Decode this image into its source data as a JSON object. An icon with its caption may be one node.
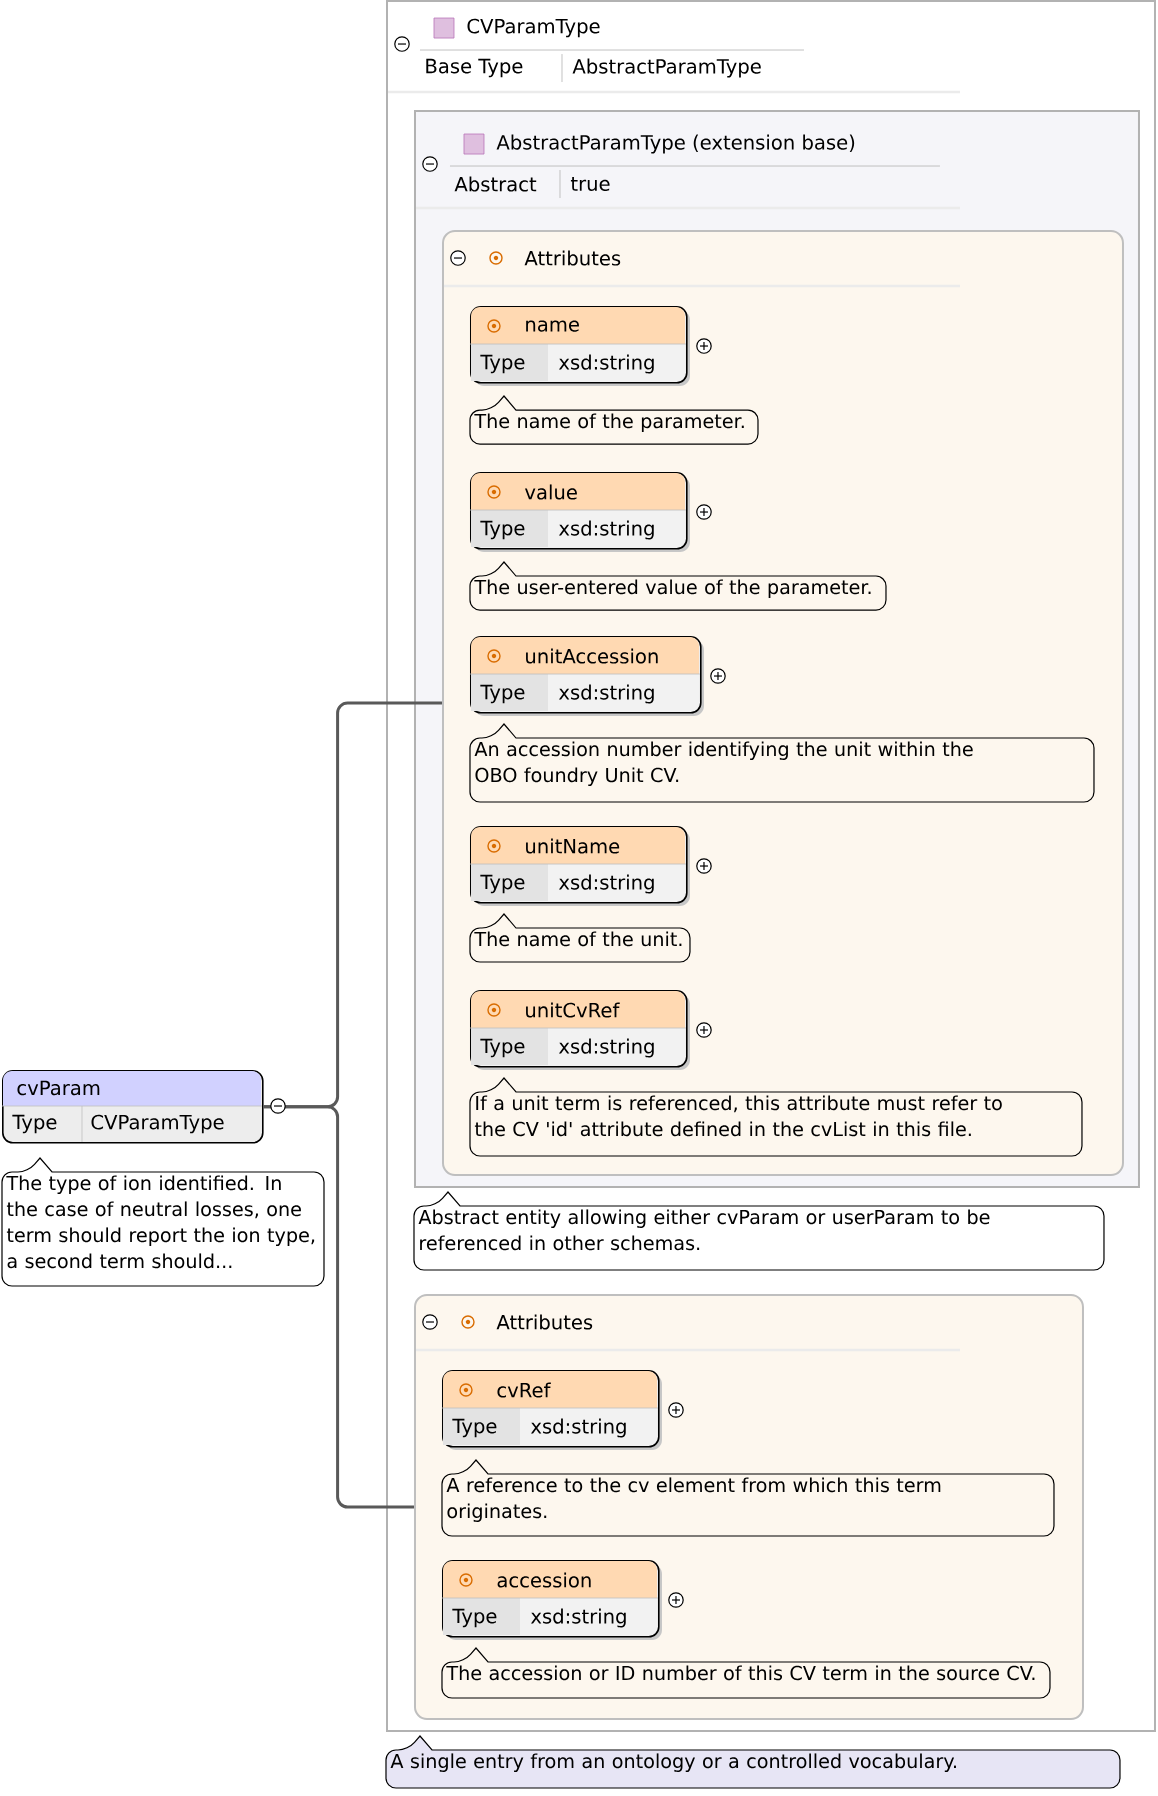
{
  "diagram": {
    "nodes": [
      {
        "text": [
          "cvParam",
          "Type",
          "CVParamType"
        ],
        "beside": [
          "The type of ion identified. In the case of neutral losses, one term should report the ion type, a second term should..."
        ]
      },
      {
        "text": [
          "CVParamType",
          "Base Type",
          "AbstractParamType"
        ],
        "beside": [
          "A single entry from an ontology or a controlled vocabulary."
        ]
      },
      {
        "text": [
          "AbstractParamType (extension base)",
          "Abstract",
          "true"
        ],
        "in": 1,
        "beside": [
          "Abstract entity allowing either cvParam or userParam to be referenced in other schemas."
        ]
      },
      {
        "text": [
          "Attributes"
        ],
        "in": 2
      },
      {
        "text": [
          "name",
          "Type",
          "xsd:string"
        ],
        "in": 3,
        "beside": [
          "The name of the parameter."
        ]
      },
      {
        "text": [
          "value",
          "Type",
          "xsd:string"
        ],
        "in": 3,
        "beside": [
          "The user-entered value of the parameter."
        ]
      },
      {
        "text": [
          "unitAccession",
          "Type",
          "xsd:string"
        ],
        "in": 3,
        "beside": [
          "An accession number identifying the unit within the OBO foundry Unit CV."
        ]
      },
      {
        "text": [
          "unitName",
          "Type",
          "xsd:string"
        ],
        "in": 3,
        "beside": [
          "The name of the unit."
        ]
      },
      {
        "text": [
          "unitCvRef",
          "Type",
          "xsd:string"
        ],
        "in": 3,
        "beside": [
          "If a unit term is referenced, this attribute must refer to the CV 'id' attribute defined in the cvList in this file."
        ]
      },
      {
        "text": [
          "Attributes"
        ],
        "in": 1
      },
      {
        "text": [
          "cvRef",
          "Type",
          "xsd:string"
        ],
        "in": 9,
        "beside": [
          "A reference to the cv element from which this term originates."
        ]
      },
      {
        "text": [
          "accession",
          "Type",
          "xsd:string"
        ],
        "in": 9,
        "beside": [
          "The accession or ID number of this CV term in the source CV."
        ]
      }
    ],
    "edges": [
      {
        "from": 0,
        "to": 3,
        "arrow": "none"
      },
      {
        "from": 0,
        "to": 9,
        "arrow": "none"
      }
    ]
  }
}
